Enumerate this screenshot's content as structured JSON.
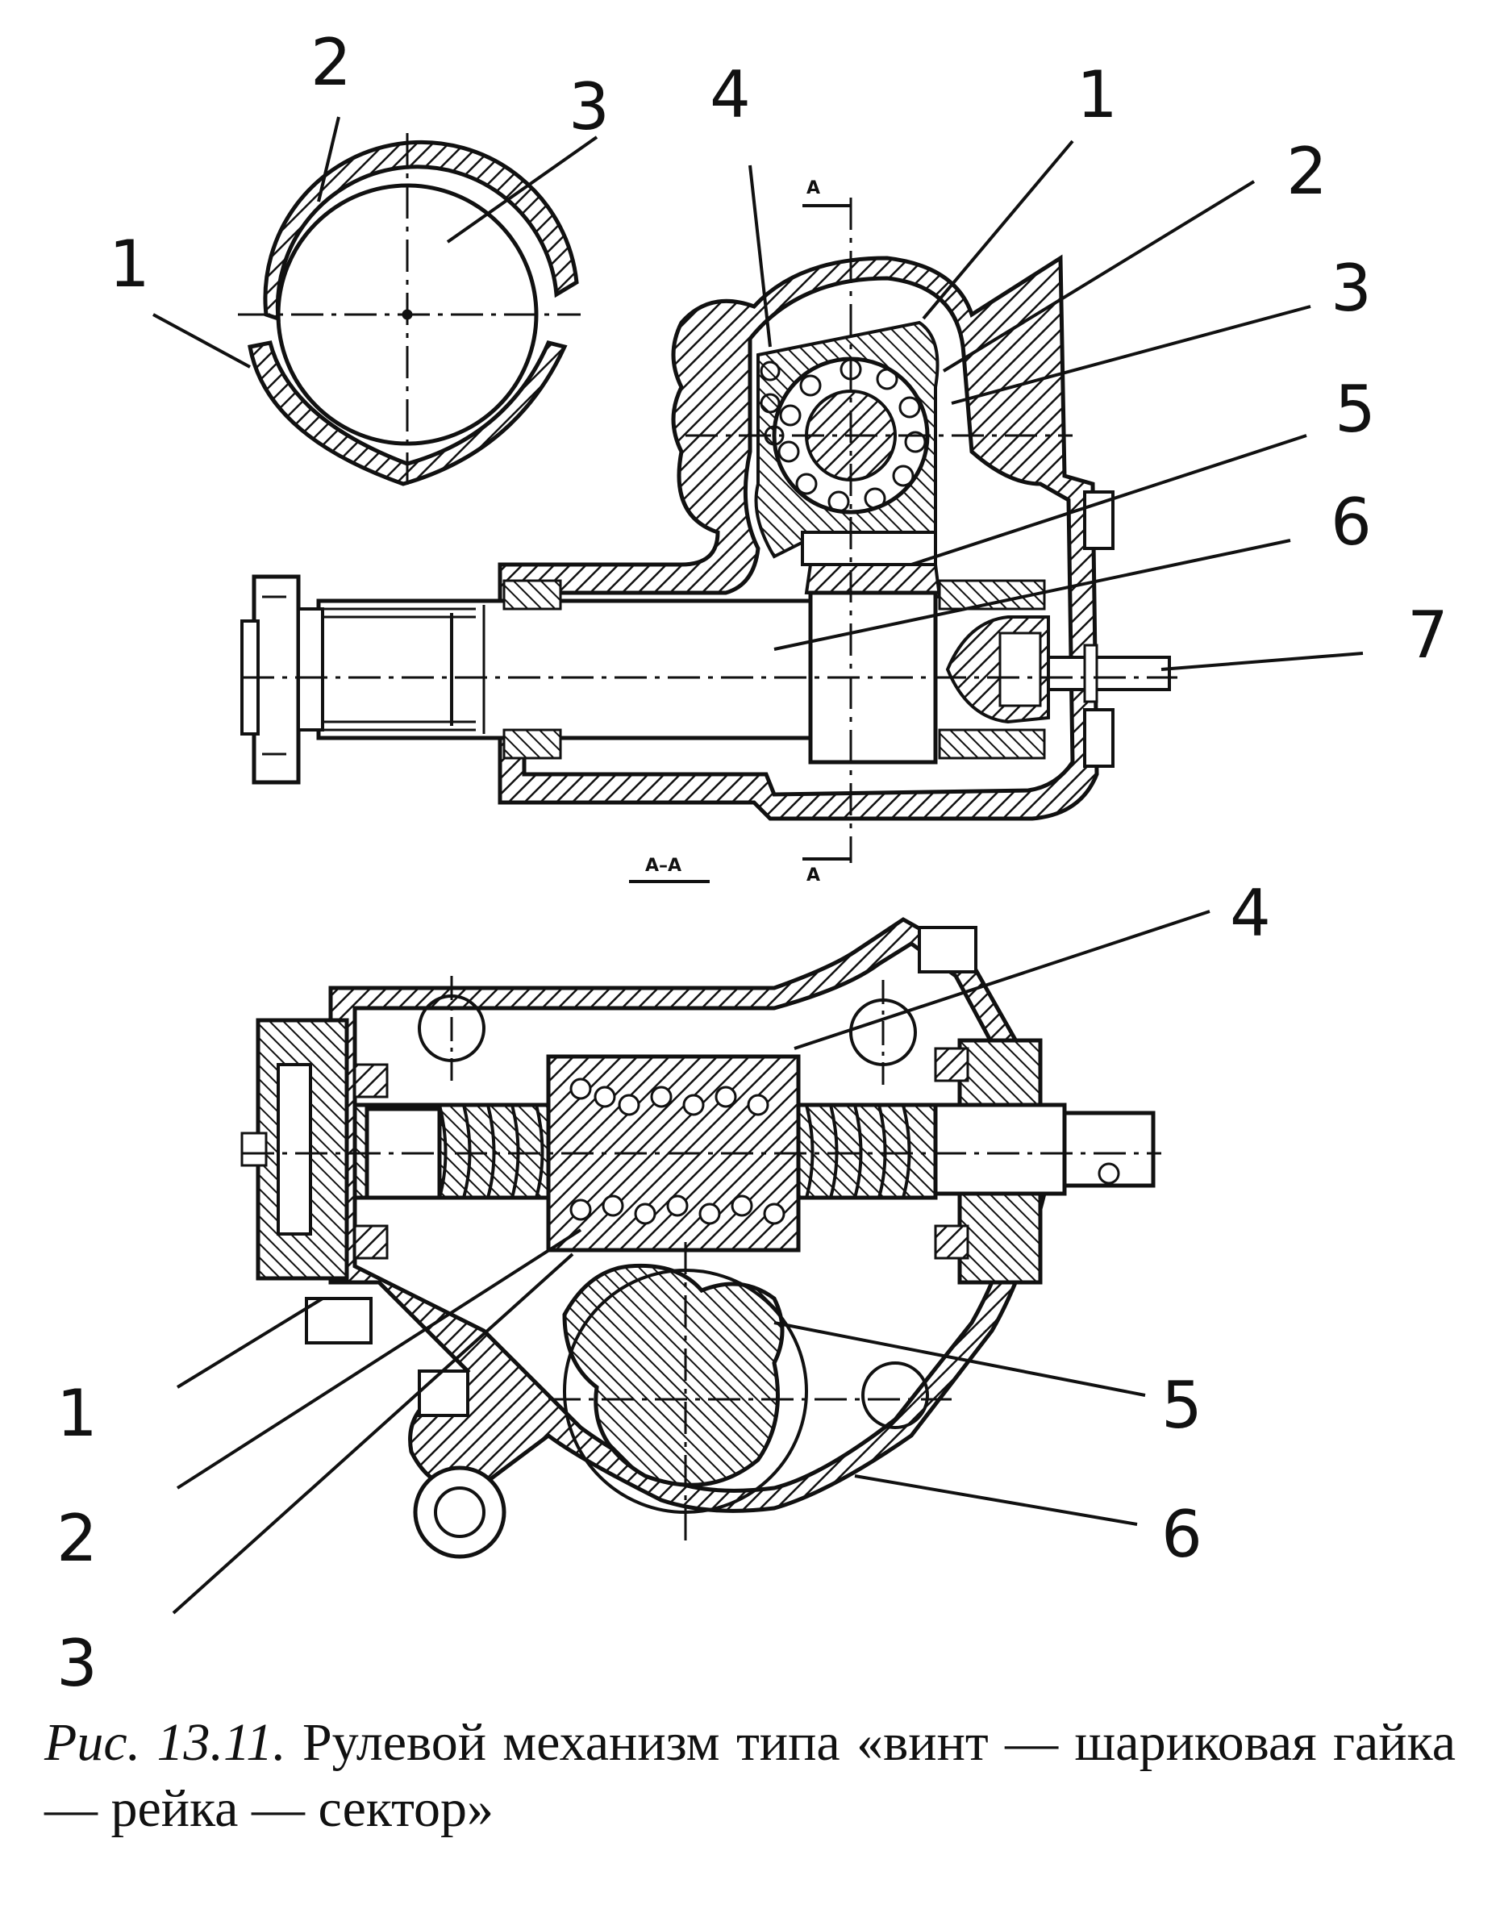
{
  "figure": {
    "number": "Рис. 13.11.",
    "title": "Рулевой механизм типа «винт — шариковая гайка — рейка — сектор»"
  },
  "section_label": "А–А",
  "section_marks": [
    "А",
    "А"
  ],
  "top_left_labels": [
    "2",
    "3",
    "1"
  ],
  "top_right_labels": [
    "4",
    "1",
    "2",
    "3",
    "5",
    "6",
    "7"
  ],
  "bottom_labels": [
    "4",
    "1",
    "2",
    "3",
    "5",
    "6"
  ]
}
